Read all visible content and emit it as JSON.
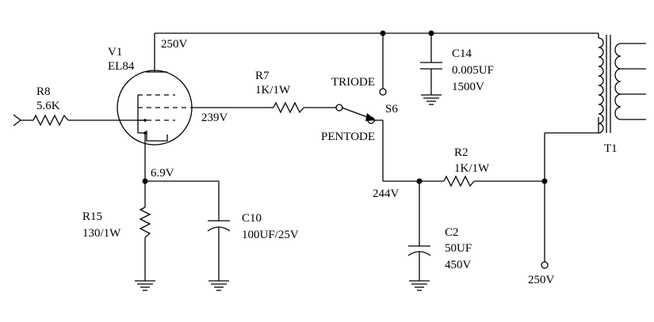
{
  "components": {
    "v1": {
      "ref": "V1",
      "value": "EL84"
    },
    "r8": {
      "ref": "R8",
      "value": "5.6K"
    },
    "r7": {
      "ref": "R7",
      "value": "1K/1W"
    },
    "r15": {
      "ref": "R15",
      "value": "130/1W"
    },
    "c10": {
      "ref": "C10",
      "value": "100UF/25V"
    },
    "c14": {
      "ref": "C14",
      "value": "0.005UF",
      "rating": "1500V"
    },
    "r2": {
      "ref": "R2",
      "value": "1K/1W"
    },
    "c2": {
      "ref": "C2",
      "value": "50UF",
      "rating": "450V"
    },
    "s6": {
      "ref": "S6",
      "pos_triode": "TRIODE",
      "pos_pentode": "PENTODE"
    },
    "t1": {
      "ref": "T1"
    }
  },
  "voltages": {
    "plate": "250V",
    "screen": "239V",
    "cathode": "6.9V",
    "node_244": "244V",
    "supply": "250V"
  }
}
